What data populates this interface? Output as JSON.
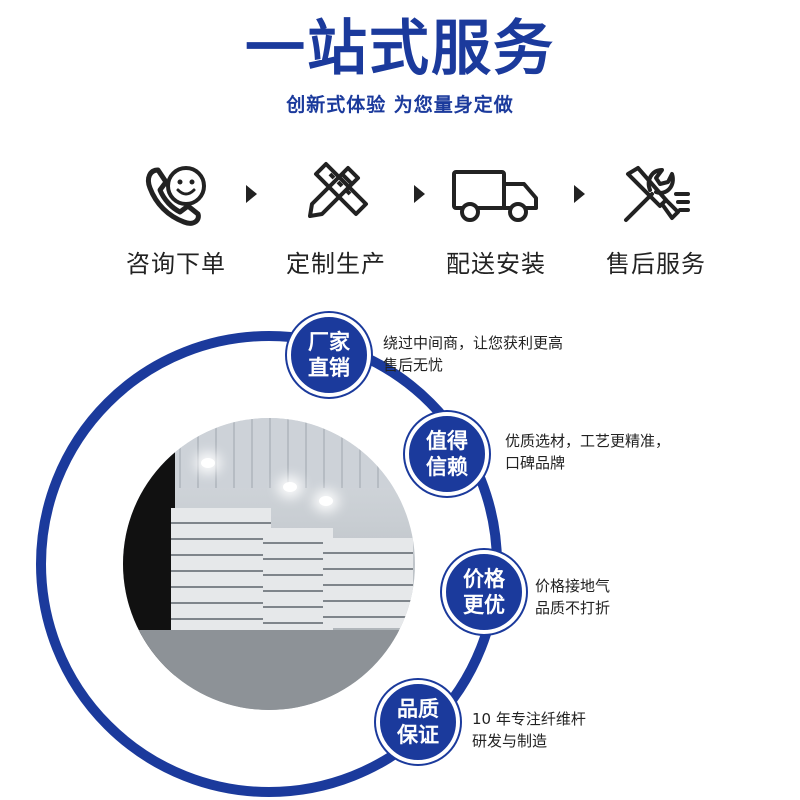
{
  "header": {
    "title": "一站式服务",
    "subtitle": "创新式体验 为您量身定做"
  },
  "steps": [
    {
      "label": "咨询下单",
      "icon": "phone-smile-icon"
    },
    {
      "label": "定制生产",
      "icon": "pencil-ruler-icon"
    },
    {
      "label": "配送安装",
      "icon": "truck-icon"
    },
    {
      "label": "售后服务",
      "icon": "tools-icon"
    }
  ],
  "features": [
    {
      "badge": [
        "厂家",
        "直销"
      ],
      "text": [
        "绕过中间商，让您获利更高",
        "售后无忧"
      ]
    },
    {
      "badge": [
        "值得",
        "信赖"
      ],
      "text": [
        "优质选材，工艺更精准，",
        "口碑品牌"
      ]
    },
    {
      "badge": [
        "价格",
        "更优"
      ],
      "text": [
        "价格接地气",
        "品质不打折"
      ]
    },
    {
      "badge": [
        "品质",
        "保证"
      ],
      "text": [
        "10 年专注纤维杆",
        "研发与制造"
      ]
    }
  ],
  "colors": {
    "brand": "#1b3a9c",
    "text": "#222222"
  }
}
